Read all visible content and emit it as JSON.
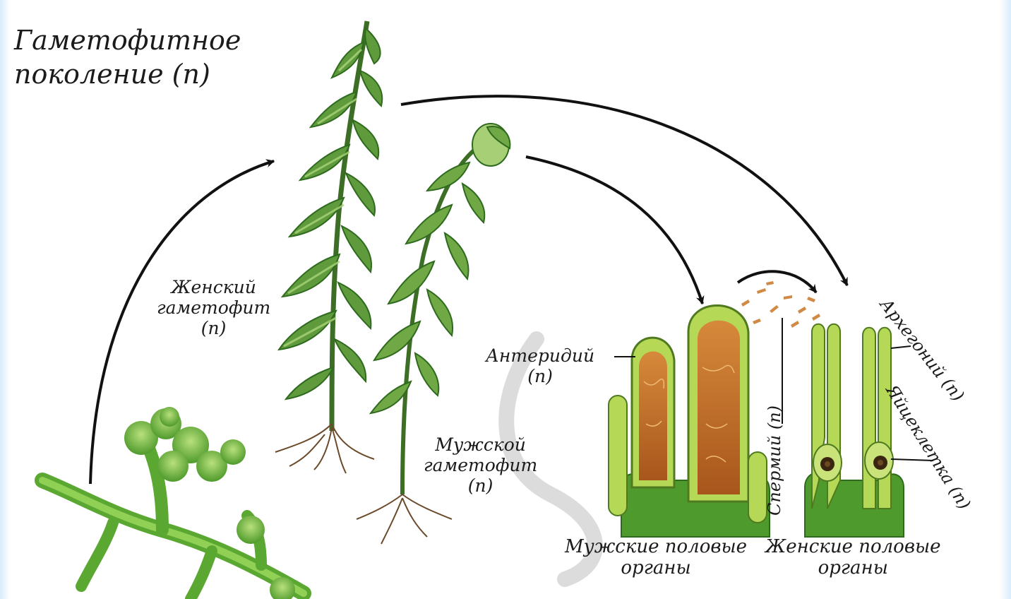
{
  "title": {
    "line1": "Гаметофитное",
    "line2": "поколение (n)"
  },
  "labels": {
    "female_gametophyte": {
      "line1": "Женский",
      "line2": "гаметофит",
      "line3": "(n)"
    },
    "male_gametophyte": {
      "line1": "Мужской",
      "line2": "гаметофит",
      "line3": "(n)"
    },
    "antheridium": {
      "line1": "Антеридий",
      "line2": "(n)"
    },
    "male_organs": {
      "line1": "Мужские половые",
      "line2": "органы"
    },
    "female_organs": {
      "line1": "Женские половые",
      "line2": "органы"
    },
    "sperm": "Спермий (n)",
    "archegonium": "Архегоний (n)",
    "egg_cell": "Яйцеклетка (n)"
  },
  "colors": {
    "leaf_dark": "#2f6b1f",
    "leaf_light": "#9cc86a",
    "protonema": "#6fb83a",
    "organ_green": "#a9cf4a",
    "sperm_orange": "#c9782a",
    "arrow": "#111111"
  }
}
